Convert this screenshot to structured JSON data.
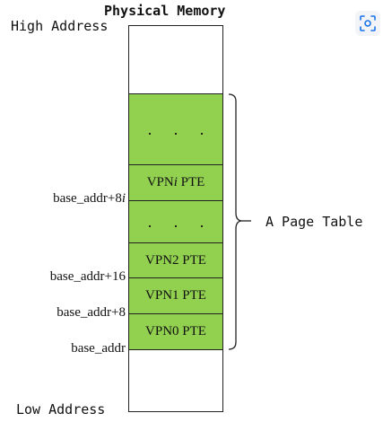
{
  "title": "Physical Memory",
  "high_address": "High Address",
  "low_address": "Low Address",
  "cells": [
    {
      "key": "dots-top",
      "label": ". . ."
    },
    {
      "key": "vpni",
      "label_prefix": "VPN",
      "label_italic": "i",
      "label_suffix": " PTE"
    },
    {
      "key": "dots-mid",
      "label": ". . ."
    },
    {
      "key": "vpn2",
      "label": "VPN2 PTE"
    },
    {
      "key": "vpn1",
      "label": "VPN1 PTE"
    },
    {
      "key": "vpn0",
      "label": "VPN0 PTE"
    }
  ],
  "addresses": {
    "base_8i_prefix": "base_addr+8",
    "base_8i_italic": "i",
    "base_16": "base_addr+16",
    "base_8": "base_addr+8",
    "base": "base_addr"
  },
  "page_table_label": "A Page Table",
  "colors": {
    "cell_fill": "#92d050",
    "border": "#222222"
  },
  "icons": {
    "lens": "lens-icon"
  }
}
